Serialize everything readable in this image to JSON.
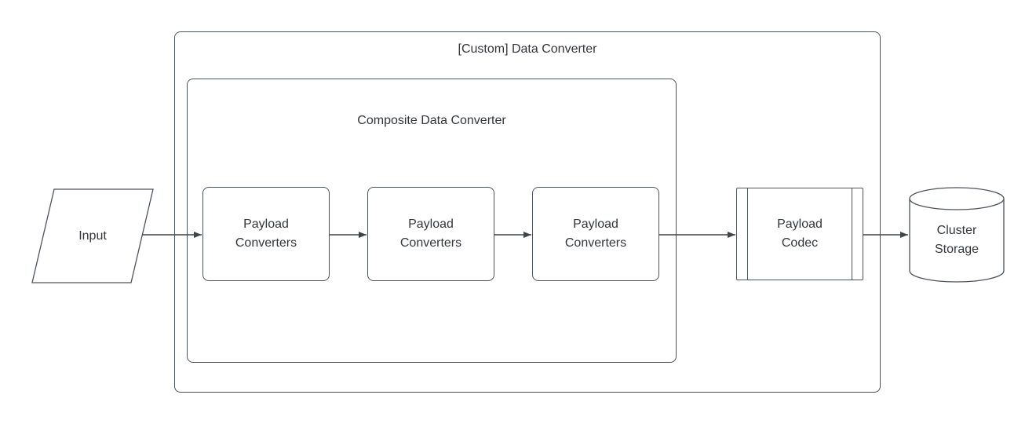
{
  "outer": {
    "title": "[Custom] Data Converter"
  },
  "composite": {
    "title": "Composite Data Converter",
    "converters": [
      {
        "label": "Payload Converters"
      },
      {
        "label": "Payload Converters"
      },
      {
        "label": "Payload Converters"
      }
    ]
  },
  "input": {
    "label": "Input"
  },
  "codec": {
    "label": "Payload Codec"
  },
  "storage": {
    "label": "Cluster Storage"
  },
  "colors": {
    "stroke": "#4d535a",
    "text": "#33373b",
    "background": "#ffffff"
  }
}
